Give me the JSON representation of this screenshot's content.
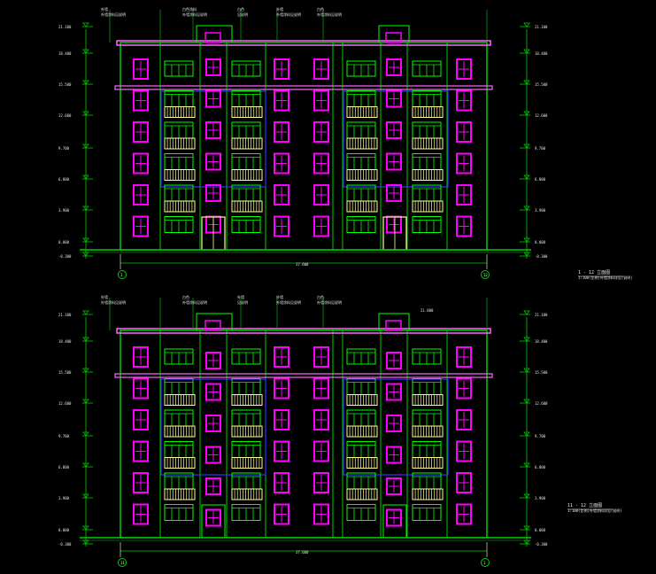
{
  "colors": {
    "background": "#000000",
    "wall": "#00ff00",
    "window": "#ff00ff",
    "glazing": "#00ff00",
    "balcony": "#ffff99",
    "frame_blue": "#3333ff",
    "cornice": "#ff66ff",
    "dimension": "#00cc00",
    "text": "#e6e6e6",
    "axis_line": "#ffffff"
  },
  "drawings": [
    {
      "id": "upper",
      "title": "1 - 12 立面图",
      "subtitle": "1:100(比例)外墙涂料详见(说明)",
      "axis_left": "1",
      "axis_right": "12",
      "overall_dim": "37.600",
      "grade_label": "-0.300",
      "level_labels_left": [
        "21.100",
        "18.400",
        "15.500",
        "12.600",
        "9.700",
        "6.800",
        "3.900",
        "0.000",
        "-0.300"
      ],
      "level_labels_right": [
        "21.100",
        "18.400",
        "15.500",
        "12.600",
        "9.700",
        "6.800",
        "3.900",
        "0.000",
        "-0.300"
      ],
      "top_notes": [
        "外墙",
        "白色涂料",
        "白色",
        "外墙",
        "白色"
      ],
      "top_sub_notes": [
        "外墙涂料见说明",
        "外墙涂料见说明",
        "见说明",
        "外墙涂料见说明",
        "外墙涂料见说明"
      ]
    },
    {
      "id": "lower",
      "title": "11 - 12 立面图",
      "subtitle": "1:100(比例)外墙涂料详见(说明)",
      "axis_left": "11",
      "axis_right": "1",
      "overall_dim": "37.600",
      "grade_label": "-0.300",
      "level_labels_left": [
        "21.100",
        "18.400",
        "15.500",
        "12.600",
        "9.700",
        "6.800",
        "3.900",
        "0.000",
        "-0.300"
      ],
      "level_labels_right": [
        "21.100",
        "18.400",
        "15.500",
        "12.600",
        "9.700",
        "6.800",
        "3.900",
        "0.000",
        "-0.300"
      ],
      "top_notes": [
        "外墙",
        "白色",
        "外墙",
        "外墙",
        "白色"
      ],
      "top_sub_notes": [
        "外墙涂料见说明",
        "外墙涂料见说明",
        "见说明",
        "外墙涂料见说明",
        "外墙涂料见说明"
      ],
      "roof_level": "21.800"
    }
  ]
}
